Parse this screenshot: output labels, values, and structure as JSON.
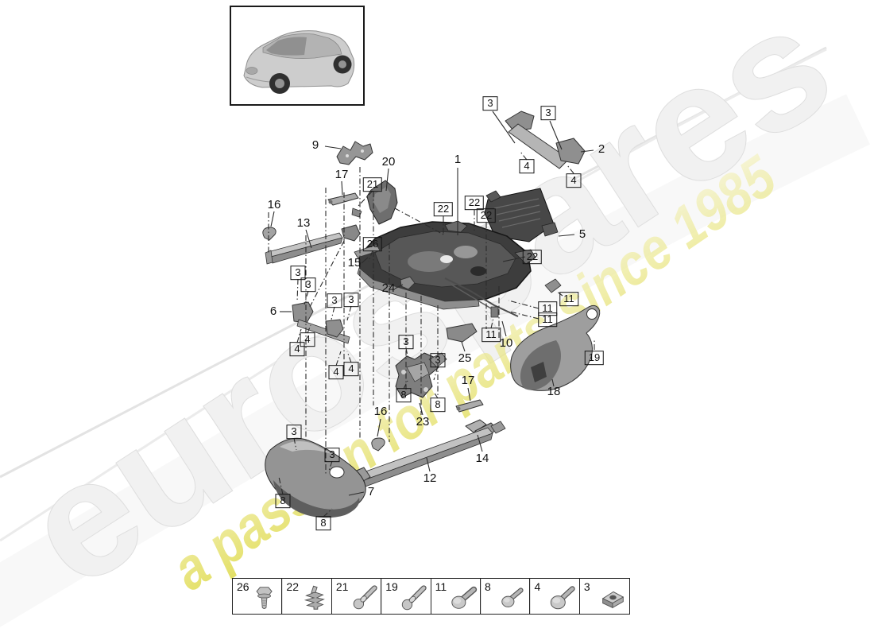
{
  "watermark": {
    "brand": "eurospares",
    "tagline": "a passion for parts since 1985",
    "brand_color": "#f1f1f1",
    "tagline_color_start": "#dbd73a",
    "tagline_color_end": "#f7f4cf"
  },
  "vehicle_thumbnail": {
    "icon": "suv-car-icon"
  },
  "callouts": {
    "plain": [
      {
        "text": "9"
      },
      {
        "text": "20"
      },
      {
        "text": "17"
      },
      {
        "text": "16"
      },
      {
        "text": "13"
      },
      {
        "text": "15"
      },
      {
        "text": "24"
      },
      {
        "text": "6"
      },
      {
        "text": "1"
      },
      {
        "text": "2"
      },
      {
        "text": "5"
      },
      {
        "text": "10"
      },
      {
        "text": "25"
      },
      {
        "text": "18"
      },
      {
        "text": "17"
      },
      {
        "text": "16"
      },
      {
        "text": "23"
      },
      {
        "text": "14"
      },
      {
        "text": "12"
      },
      {
        "text": "7"
      }
    ],
    "boxed": [
      {
        "text": "3"
      },
      {
        "text": "3"
      },
      {
        "text": "4"
      },
      {
        "text": "4"
      },
      {
        "text": "21"
      },
      {
        "text": "22"
      },
      {
        "text": "22"
      },
      {
        "text": "22"
      },
      {
        "text": "22"
      },
      {
        "text": "26"
      },
      {
        "text": "3"
      },
      {
        "text": "3"
      },
      {
        "text": "3"
      },
      {
        "text": "3"
      },
      {
        "text": "4"
      },
      {
        "text": "4"
      },
      {
        "text": "4"
      },
      {
        "text": "4"
      },
      {
        "text": "11"
      },
      {
        "text": "11"
      },
      {
        "text": "11"
      },
      {
        "text": "11"
      },
      {
        "text": "3"
      },
      {
        "text": "3"
      },
      {
        "text": "8"
      },
      {
        "text": "8"
      },
      {
        "text": "19"
      },
      {
        "text": "3"
      },
      {
        "text": "3"
      },
      {
        "text": "8"
      },
      {
        "text": "8"
      }
    ]
  },
  "legend": {
    "items": [
      {
        "number": "26",
        "icon": "hex-flange-bolt-icon"
      },
      {
        "number": "22",
        "icon": "expanding-rivet-clip-icon"
      },
      {
        "number": "21",
        "icon": "blind-rivet-icon"
      },
      {
        "number": "19",
        "icon": "blind-rivet-icon"
      },
      {
        "number": "11",
        "icon": "round-head-bolt-icon"
      },
      {
        "number": "8",
        "icon": "pan-head-screw-icon"
      },
      {
        "number": "4",
        "icon": "pan-head-screw-icon"
      },
      {
        "number": "3",
        "icon": "clip-nut-icon"
      }
    ]
  },
  "colors": {
    "outline": "#1a1a1a",
    "part_light": "#c4c4c4",
    "part_mid": "#8f8f8f",
    "part_dark": "#3d3d3d"
  }
}
